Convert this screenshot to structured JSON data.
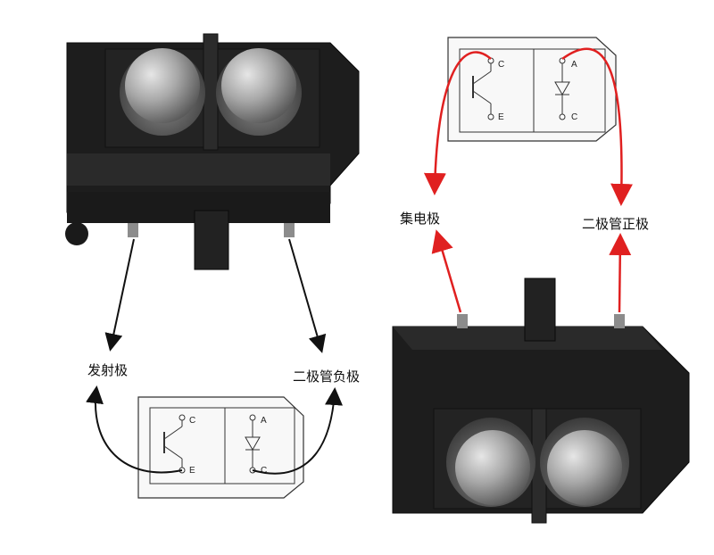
{
  "labels": {
    "emitter": "发射极",
    "diode_cathode": "二极管负极",
    "collector": "集电极",
    "diode_anode": "二极管正极"
  },
  "pins": {
    "c": "C",
    "e": "E",
    "a": "A"
  },
  "colors": {
    "body": "#1d1d1d",
    "lens": "#9a9a9a",
    "arrow_black": "#111111",
    "arrow_red": "#e02020"
  }
}
